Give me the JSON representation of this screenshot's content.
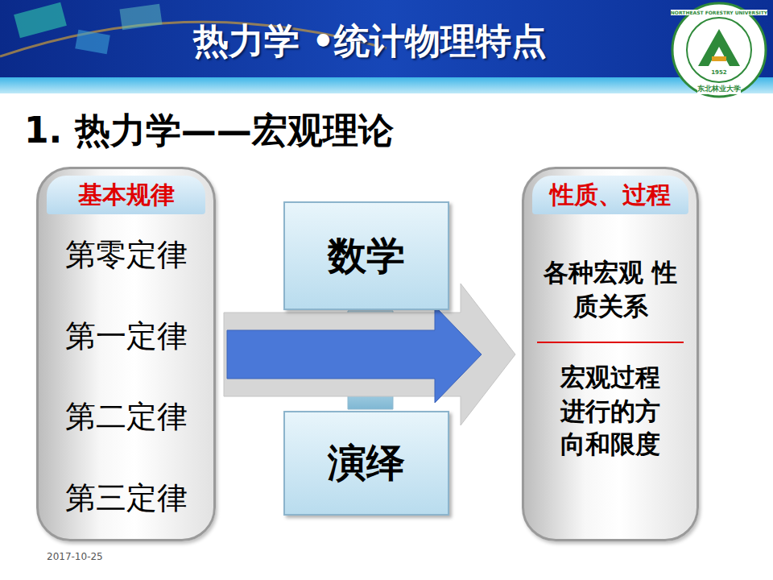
{
  "diagram": {
    "title": "热力学 •统计物理特点",
    "nodes": [
      {
        "text": [
          "基本规律",
          "第零定律",
          "第一定律",
          "第二定律",
          "第三定律"
        ]
      },
      {
        "text": [
          "数学"
        ]
      },
      {
        "text": [
          "演绎"
        ]
      },
      {
        "text": [
          "性质、过程",
          "各种宏观 性质关系",
          "宏观过程 进行的方 向和限度"
        ]
      }
    ],
    "edges": [
      {
        "from": 0,
        "to": 3,
        "arrow": "to"
      }
    ],
    "labels": [
      "1. 热力学——宏观理论",
      "2017-10-25",
      "NORTHEAST FORESTRY UNIVERSITY",
      "1952",
      "东北林业大学"
    ]
  }
}
